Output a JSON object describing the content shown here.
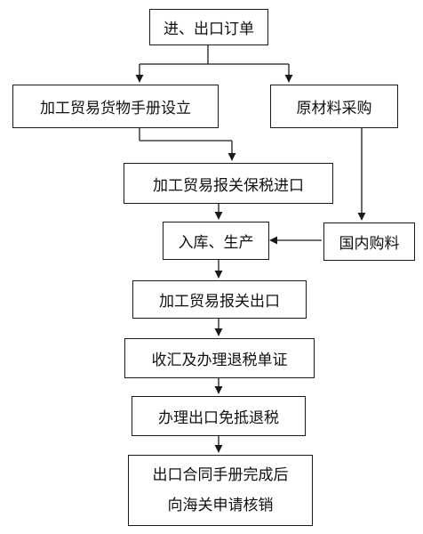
{
  "nodes": {
    "orders": "进、出口订单",
    "manual_setup": "加工贸易货物手册设立",
    "raw_purchase": "原材料采购",
    "bonded_import": "加工贸易报关保税进口",
    "storage_production": "入库、生产",
    "domestic_purchase": "国内购料",
    "export_declare": "加工贸易报关出口",
    "forex_refund_docs": "收汇及办理退税单证",
    "export_tax": "办理出口免抵退税",
    "verification_line1": "出口合同手册完成后",
    "verification_line2": "向海关申请核销"
  },
  "colors": {
    "stroke": "#1a1a1a",
    "box_fill": "#ffffff"
  }
}
